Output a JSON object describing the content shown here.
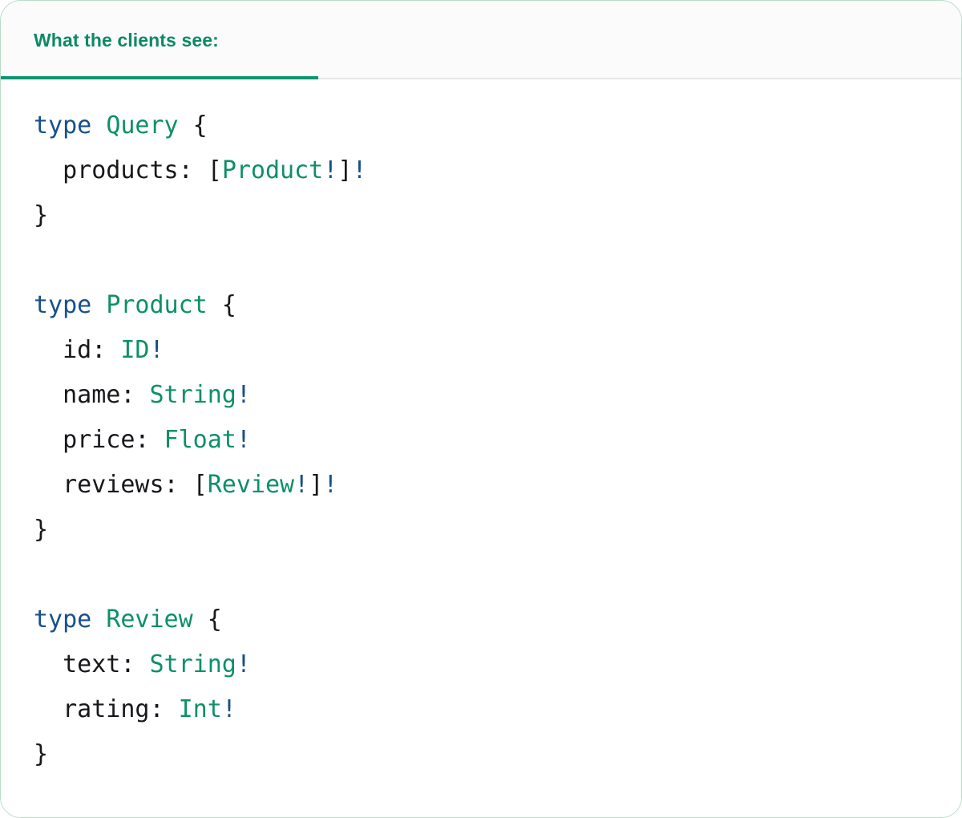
{
  "card": {
    "border_color": "#b8ddc9",
    "background": "#ffffff"
  },
  "header": {
    "tab_label": "What the clients see:",
    "accent_color": "#0f9470",
    "text_color": "#0d8a63",
    "background": "#fbfbfb",
    "divider_color": "#e6e6e6"
  },
  "syntax_colors": {
    "keyword": "#17508c",
    "type_name": "#0d9068",
    "bang": "#17508c",
    "punctuation": "#17181b",
    "field": "#17181b"
  },
  "code": {
    "language": "graphql",
    "raw": "type Query {\n  products: [Product!]!\n}\n\ntype Product {\n  id: ID!\n  name: String!\n  price: Float!\n  reviews: [Review!]!\n}\n\ntype Review {\n  text: String!\n  rating: Int!\n}",
    "lines": [
      {
        "tokens": [
          {
            "t": "type",
            "c": "keyword"
          },
          {
            "t": " ",
            "c": "plain"
          },
          {
            "t": "Query",
            "c": "type"
          },
          {
            "t": " {",
            "c": "punct"
          }
        ]
      },
      {
        "tokens": [
          {
            "t": "  products:",
            "c": "field"
          },
          {
            "t": " [",
            "c": "punct"
          },
          {
            "t": "Product",
            "c": "type"
          },
          {
            "t": "!",
            "c": "bang"
          },
          {
            "t": "]",
            "c": "punct"
          },
          {
            "t": "!",
            "c": "bang"
          }
        ]
      },
      {
        "tokens": [
          {
            "t": "}",
            "c": "punct"
          }
        ]
      },
      {
        "tokens": []
      },
      {
        "tokens": [
          {
            "t": "type",
            "c": "keyword"
          },
          {
            "t": " ",
            "c": "plain"
          },
          {
            "t": "Product",
            "c": "type"
          },
          {
            "t": " {",
            "c": "punct"
          }
        ]
      },
      {
        "tokens": [
          {
            "t": "  id:",
            "c": "field"
          },
          {
            "t": " ",
            "c": "plain"
          },
          {
            "t": "ID",
            "c": "type"
          },
          {
            "t": "!",
            "c": "bang"
          }
        ]
      },
      {
        "tokens": [
          {
            "t": "  name:",
            "c": "field"
          },
          {
            "t": " ",
            "c": "plain"
          },
          {
            "t": "String",
            "c": "type"
          },
          {
            "t": "!",
            "c": "bang"
          }
        ]
      },
      {
        "tokens": [
          {
            "t": "  price:",
            "c": "field"
          },
          {
            "t": " ",
            "c": "plain"
          },
          {
            "t": "Float",
            "c": "type"
          },
          {
            "t": "!",
            "c": "bang"
          }
        ]
      },
      {
        "tokens": [
          {
            "t": "  reviews:",
            "c": "field"
          },
          {
            "t": " [",
            "c": "punct"
          },
          {
            "t": "Review",
            "c": "type"
          },
          {
            "t": "!",
            "c": "bang"
          },
          {
            "t": "]",
            "c": "punct"
          },
          {
            "t": "!",
            "c": "bang"
          }
        ]
      },
      {
        "tokens": [
          {
            "t": "}",
            "c": "punct"
          }
        ]
      },
      {
        "tokens": []
      },
      {
        "tokens": [
          {
            "t": "type",
            "c": "keyword"
          },
          {
            "t": " ",
            "c": "plain"
          },
          {
            "t": "Review",
            "c": "type"
          },
          {
            "t": " {",
            "c": "punct"
          }
        ]
      },
      {
        "tokens": [
          {
            "t": "  text:",
            "c": "field"
          },
          {
            "t": " ",
            "c": "plain"
          },
          {
            "t": "String",
            "c": "type"
          },
          {
            "t": "!",
            "c": "bang"
          }
        ]
      },
      {
        "tokens": [
          {
            "t": "  rating:",
            "c": "field"
          },
          {
            "t": " ",
            "c": "plain"
          },
          {
            "t": "Int",
            "c": "type"
          },
          {
            "t": "!",
            "c": "bang"
          }
        ]
      },
      {
        "tokens": [
          {
            "t": "}",
            "c": "punct"
          }
        ]
      }
    ]
  }
}
